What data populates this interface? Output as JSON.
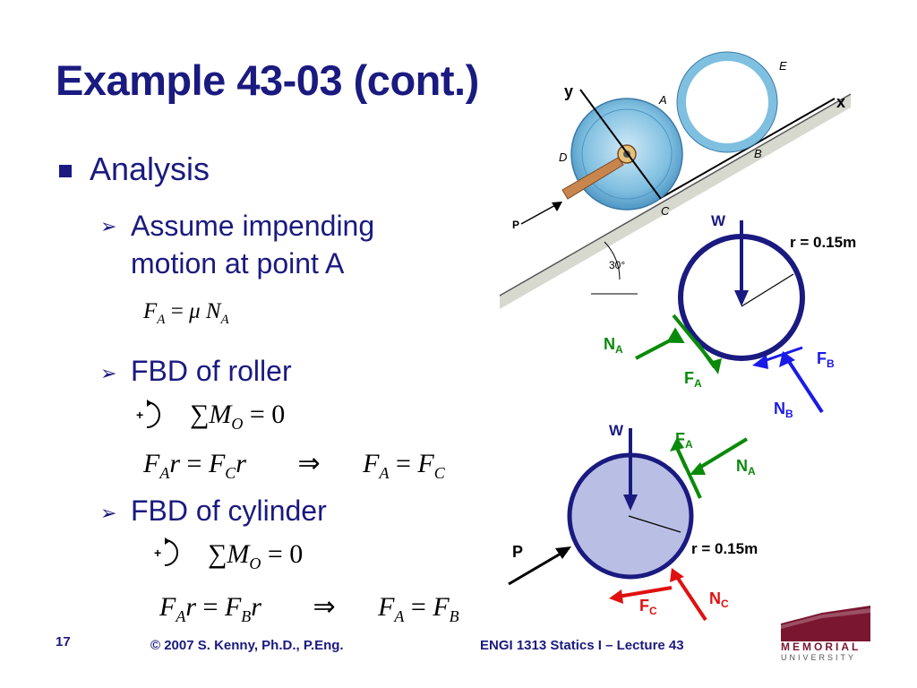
{
  "slide": {
    "title": "Example 43-03 (cont.)",
    "bullet": "Analysis",
    "sub1_line1": "Assume impending",
    "sub1_line2": "motion at point A",
    "sub2": "FBD of roller",
    "sub3": "FBD of cylinder"
  },
  "equations": {
    "friction": "F_A = μ N_A",
    "roller_moment": "ΣM_O = 0",
    "roller_result": "F_A r = F_C r ⇒ F_A = F_C",
    "cylinder_moment": "ΣM_O = 0",
    "cylinder_result": "F_A r = F_B r ⇒ F_A = F_B"
  },
  "figure": {
    "y": "y",
    "x": "x",
    "E": "E",
    "A": "A",
    "B": "B",
    "C": "C",
    "D": "D",
    "P": "P",
    "angle": "30°"
  },
  "fbd_top": {
    "W": "W",
    "r": "r = 0.15m",
    "NA": "N",
    "FA": "F",
    "FB": "F",
    "NB": "N"
  },
  "fbd_bottom": {
    "W": "W",
    "FA": "F",
    "NA": "N",
    "P": "P",
    "r": "r = 0.15m",
    "FC": "F",
    "NC": "N"
  },
  "footer": {
    "page": "17",
    "copyright": "© 2007 S. Kenny, Ph.D., P.Eng.",
    "course": "ENGI 1313 Statics I – Lecture 43",
    "logo_line1": "MEMORIAL",
    "logo_line2": "UNIVERSITY"
  },
  "colors": {
    "text": "#1a1a80",
    "green": "#0a8a0a",
    "blue": "#1a1ae6",
    "red": "#e01010",
    "disc": "#b9bfe4"
  }
}
